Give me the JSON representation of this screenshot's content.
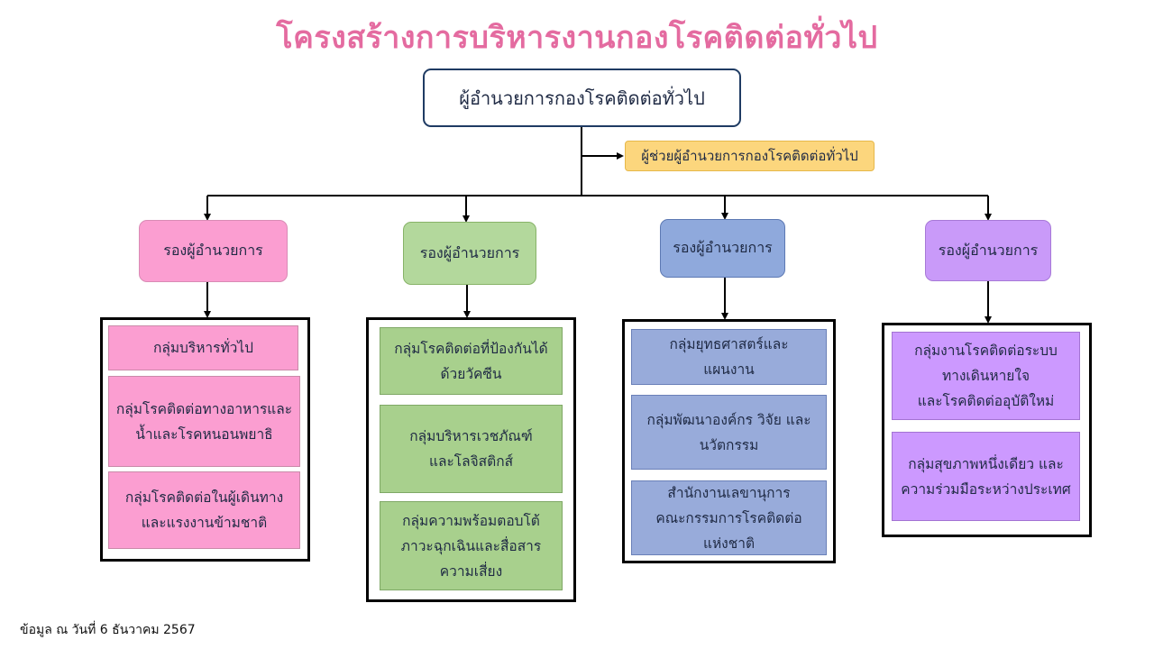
{
  "title": "โครงสร้างการบริหารงานกองโรคติดต่อทั่วไป",
  "director": "ผู้อำนวยการกองโรคติดต่อทั่วไป",
  "assistant": "ผู้ช่วยผู้อำนวยการกองโรคติดต่อทั่วไป",
  "colors": {
    "title": "#e46ba0",
    "pink_deputy": "#fb9ed1",
    "pink_unit": "#fb9ed1",
    "green_deputy": "#b3d89c",
    "green_unit": "#a8d08d",
    "blue_deputy": "#8fa9dc",
    "blue_unit": "#98abda",
    "purple_deputy": "#c99af9",
    "purple_unit": "#cc99ff",
    "assistant": "#fcd67d"
  },
  "deputies": [
    {
      "label": "รองผู้อำนวยการ",
      "units": [
        "กลุ่มบริหารทั่วไป",
        "กลุ่มโรคติดต่อทางอาหารและ\nน้ำและโรคหนอนพยาธิ",
        "กลุ่มโรคติดต่อในผู้เดินทาง\nและแรงงานข้ามชาติ"
      ]
    },
    {
      "label": "รองผู้อำนวยการ",
      "units": [
        "กลุ่มโรคติดต่อที่ป้องกันได้\nด้วยวัคซีน",
        "กลุ่มบริหารเวชภัณฑ์\nและโลจิสติกส์",
        "กลุ่มความพร้อมตอบโต้\nภาวะฉุกเฉินและสื่อสาร\nความเสี่ยง"
      ]
    },
    {
      "label": "รองผู้อำนวยการ",
      "units": [
        "กลุ่มยุทธศาสตร์และ\nแผนงาน",
        "กลุ่มพัฒนาองค์กร วิจัย และ\nนวัตกรรม",
        "สำนักงานเลขานุการ\nคณะกรรมการโรคติดต่อ\nแห่งชาติ"
      ]
    },
    {
      "label": "รองผู้อำนวยการ",
      "units": [
        "กลุ่มงานโรคติดต่อระบบ\nทางเดินหายใจ\nและโรคติดต่ออุบัติใหม่",
        "กลุ่มสุขภาพหนึ่งเดียว และ\nความร่วมมือระหว่างประเทศ"
      ]
    }
  ],
  "footer": "ข้อมูล ณ วันที่ 6 ธันวาคม 2567"
}
